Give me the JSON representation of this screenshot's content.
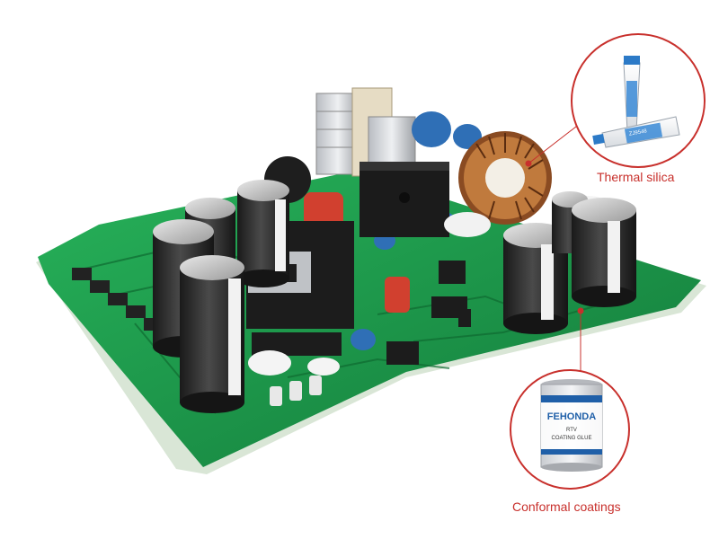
{
  "callouts": {
    "thermal": {
      "label": "Thermal silica"
    },
    "conformal": {
      "label": "Conformal coatings"
    }
  },
  "tube_text": "ZJ9548",
  "can": {
    "brand": "FEHONDA",
    "line1": "RTV",
    "line2": "COATING GLUE"
  },
  "colors": {
    "pcb_green": "#1f9a4a",
    "callout_red": "#c8302c",
    "capacitor_gray": "#2b2b2b",
    "can_blue": "#1f5fa8"
  }
}
